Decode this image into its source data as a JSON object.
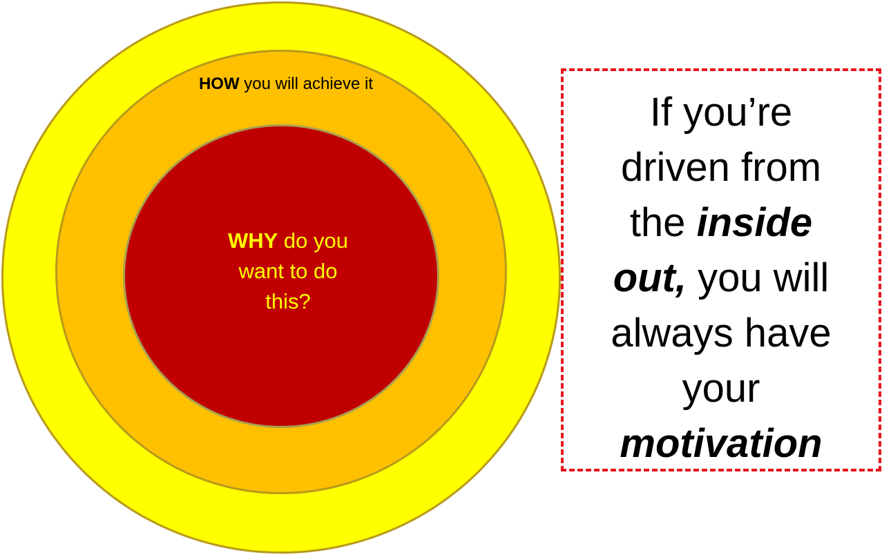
{
  "colors": {
    "outer_ring": "#ffff00",
    "middle_ring": "#ffc000",
    "inner_circle": "#c00000",
    "why_text": "#ffff00",
    "box_border": "#e8141c"
  },
  "diagram": {
    "how": {
      "keyword": "HOW",
      "rest": " you will achieve it"
    },
    "why": {
      "keyword": "WHY",
      "line1_rest": " do you",
      "line2": "want to do",
      "line3": "this?"
    }
  },
  "message": {
    "line1": "If you’re",
    "line2": "driven from",
    "line3_a": "the ",
    "line3_em": "inside",
    "line4_em": "out,",
    "line4_b": " you will",
    "line5": "always have",
    "line6": "your",
    "line7_em": "motivation"
  }
}
